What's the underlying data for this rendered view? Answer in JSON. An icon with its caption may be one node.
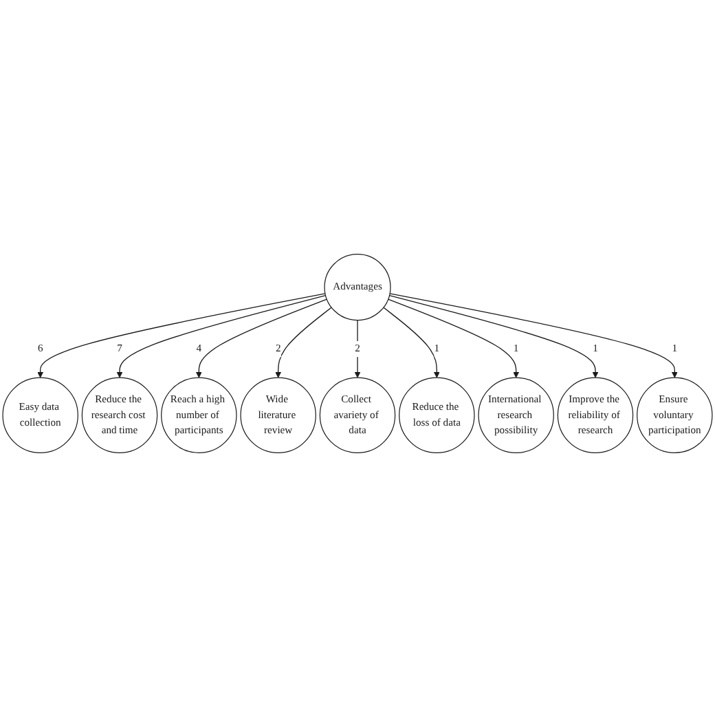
{
  "diagram": {
    "nodes": [
      {
        "text": [
          "Advantages"
        ]
      },
      {
        "text": [
          "Easy data collection"
        ]
      },
      {
        "text": [
          "Reduce the research cost and time"
        ]
      },
      {
        "text": [
          "Reach a high number of participants"
        ]
      },
      {
        "text": [
          "Wide literature review"
        ]
      },
      {
        "text": [
          "Collect avariety of data"
        ]
      },
      {
        "text": [
          "Reduce the loss of data"
        ]
      },
      {
        "text": [
          "International research possibility"
        ]
      },
      {
        "text": [
          "Improve the reliability of research"
        ]
      },
      {
        "text": [
          "Ensure voluntary participation"
        ]
      }
    ],
    "edges": [
      {
        "from": 0,
        "to": 1,
        "arrow": "to",
        "label": "6"
      },
      {
        "from": 0,
        "to": 2,
        "arrow": "to",
        "label": "7"
      },
      {
        "from": 0,
        "to": 3,
        "arrow": "to",
        "label": "4"
      },
      {
        "from": 0,
        "to": 4,
        "arrow": "to",
        "label": "2"
      },
      {
        "from": 0,
        "to": 5,
        "arrow": "to",
        "label": "2"
      },
      {
        "from": 0,
        "to": 6,
        "arrow": "to",
        "label": "1"
      },
      {
        "from": 0,
        "to": 7,
        "arrow": "to",
        "label": "1"
      },
      {
        "from": 0,
        "to": 8,
        "arrow": "to",
        "label": "1"
      },
      {
        "from": 0,
        "to": 9,
        "arrow": "to",
        "label": "1"
      }
    ]
  }
}
